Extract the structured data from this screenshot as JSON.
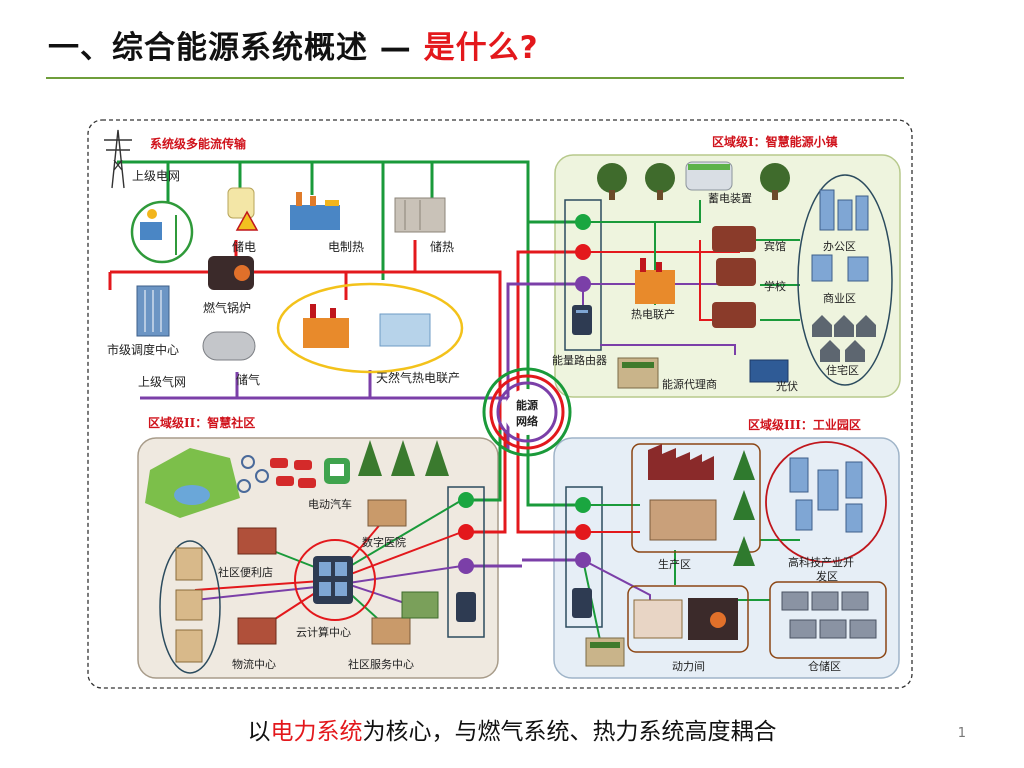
{
  "title": {
    "prefix": "一、综合能源系统概述 — ",
    "highlight": "是什么?"
  },
  "caption": {
    "before": "以",
    "highlight": "电力系统",
    "after": "为核心，与燃气系统、热力系统高度耦合"
  },
  "page_number": "1",
  "colors": {
    "power": "#e3181c",
    "heat": "#1a9a3a",
    "gas": "#7b3fa8",
    "accent": "#e3181c",
    "rule": "#6f9e3b"
  },
  "diagram": {
    "system_level": {
      "header": "系统级多能流传输",
      "upper_grid": "上级电网",
      "storage_power": "储电",
      "electric_heating": "电制热",
      "heat_storage": "储热",
      "gas_boiler": "燃气锅炉",
      "dispatch_center": "市级调度中心",
      "gas_storage": "储气",
      "upper_gas": "上级气网",
      "cchp": "天然气热电联产"
    },
    "hub": {
      "line1": "能源",
      "line2": "网络"
    },
    "region1": {
      "header": "区域级I：智慧能源小镇",
      "battery": "蓄电装置",
      "hotel": "宾馆",
      "office": "办公区",
      "school": "学校",
      "commercial": "商业区",
      "chp": "热电联产",
      "residential": "住宅区",
      "router": "能量路由器",
      "agent": "能源代理商",
      "pv": "光伏"
    },
    "region2": {
      "header": "区域级II：智慧社区",
      "ev": "电动汽车",
      "hospital": "数字医院",
      "store": "社区便利店",
      "cloud": "云计算中心",
      "logistics": "物流中心",
      "service": "社区服务中心"
    },
    "region3": {
      "header": "区域级III：工业园区",
      "production": "生产区",
      "hitech_line1": "高科技产业开",
      "hitech_line2": "发区",
      "power_room": "动力间",
      "warehouse": "仓储区"
    }
  }
}
